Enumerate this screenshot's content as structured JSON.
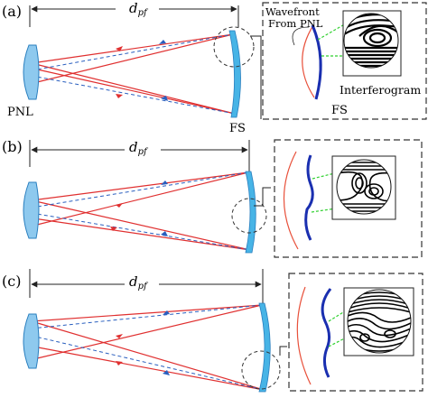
{
  "figure": {
    "panels": [
      {
        "id": "a",
        "label": "(a)",
        "distance_label": "d",
        "distance_sub": "pf"
      },
      {
        "id": "b",
        "label": "(b)",
        "distance_label": "d",
        "distance_sub": "pf"
      },
      {
        "id": "c",
        "label": "(c)",
        "distance_label": "d",
        "distance_sub": "pf"
      }
    ],
    "labels": {
      "pnl": "PNL",
      "fs": "FS",
      "wavefront_line1": "Wavefront",
      "wavefront_line2": "From PNL",
      "inset_fs": "FS",
      "interferogram": "Interferogram"
    },
    "colors": {
      "lens_fill": "#8ec9ee",
      "lens_edge": "#2a7fbf",
      "fs_fill": "#47b4e6",
      "ray_red": "#e03030",
      "ray_blue": "#2a5fbf",
      "wavefront_red": "#e8503a",
      "fs_wave_blue": "#1a2fb0",
      "guide_green": "#2fd02f",
      "dashed_gray": "#555555"
    }
  }
}
